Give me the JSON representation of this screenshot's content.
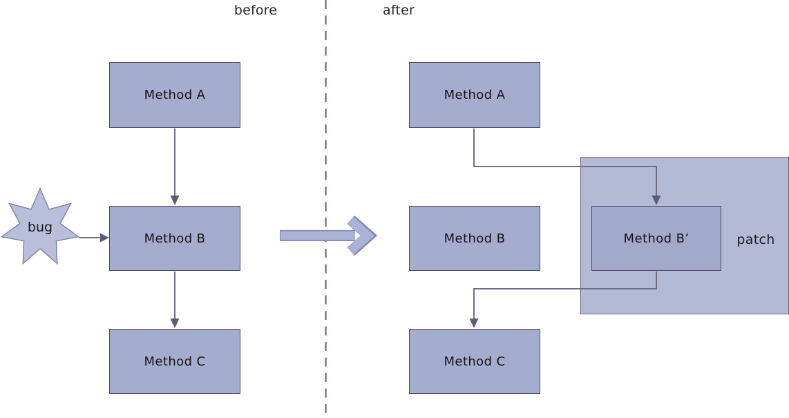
{
  "diagram": {
    "before": {
      "label": "before",
      "boxes": [
        "Method A",
        "Method B",
        "Method C"
      ],
      "bug_label": "bug"
    },
    "after": {
      "label": "after",
      "boxes": [
        "Method A",
        "Method B",
        "Method C"
      ],
      "patched_method": "Method B’",
      "patch_label": "patch"
    },
    "colors": {
      "box_fill": "#a5adce",
      "box_border": "#4c4c68",
      "patch_fill": "#b4bad6",
      "patch_border": "#64647f",
      "patched_box_fill": "#a2aacc",
      "connector_line": "#6e6e85",
      "arrowhead_fill": "#5c5c74",
      "star_fill": "#b9bfda",
      "star_border": "#7e86ae",
      "divider_dash": "#78788a",
      "block_arrow_fill": "#aab3d6",
      "block_arrow_edge": "#7d86b2",
      "text": "#1c1c1c"
    }
  }
}
